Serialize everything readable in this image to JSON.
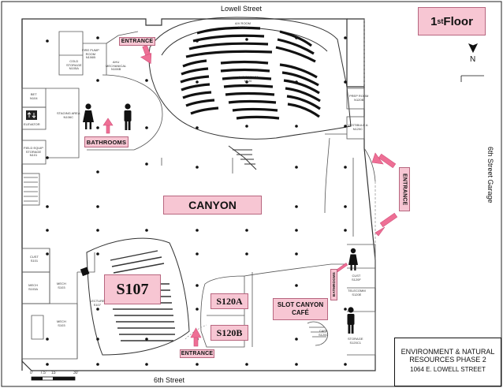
{
  "streets": {
    "north": "Lowell Street",
    "south": "6th Street",
    "east": "6th Street Garage"
  },
  "floor_label": "1st Floor",
  "north_label": "N",
  "areas": {
    "canyon": "CANYON",
    "s107": "S107",
    "s120a": "S120A",
    "s120b": "S120B",
    "cafe_line1": "SLOT CANYON",
    "cafe_line2": "CAFÉ"
  },
  "callouts": {
    "entrance_north": "ENTRANCE",
    "entrance_south": "ENTRANCE",
    "entrance_east": "ENTRANCE",
    "bathrooms": "BATHROOMS",
    "bathrooms_east": "BATHROOMS"
  },
  "rooms": {
    "fire_pump": "FIRE PUMP\nROOM\nN106B",
    "cold_storage": "COLD\nSTORAGE\nN105A",
    "ahu_mech": "AHU\nMECHANICAL\nN106B",
    "av_room": "A/V ROOM\nN120A",
    "auditorium": "AUDITORIUM\nN120",
    "prep_room": "PREP ROOM\nN120B",
    "vestibule": "VESTIBULE A\nN120C",
    "bet": "BET\nN104",
    "staging_area": "STAGING AREA\nN106C",
    "elevator": "ELEVATOR",
    "field_equip": "FIELD EQUIP\nSTORAGE\nN101",
    "cust_w": "CUST\nS101",
    "mech_s103a": "MECH\nS103A",
    "mech_s103": "MECH\nS103",
    "mech_lower": "MECH\nS103",
    "lecture": "LECTURE\nS107",
    "cust_e": "CUST\nS120F",
    "telecom": "TELECOMM\nS120E",
    "cafe_room": "CAFE\nS120C",
    "storage": "STORAGE\nS120C1"
  },
  "scale": [
    "0'",
    "7.5'",
    "15'",
    "30'"
  ],
  "title_block": {
    "line1": "ENVIRONMENT & NATURAL",
    "line2": "RESOURCES PHASE 2",
    "line3": "1064 E. LOWELL STREET"
  }
}
